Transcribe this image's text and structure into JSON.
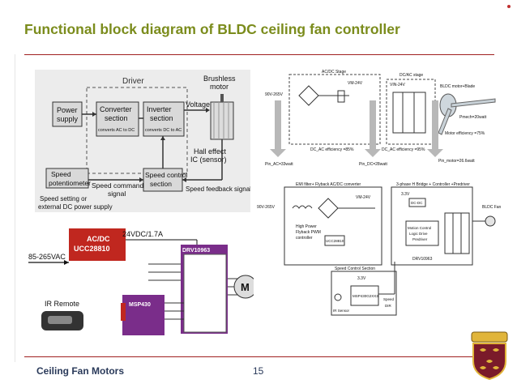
{
  "slide": {
    "title": "Functional block diagram of BLDC ceiling fan controller",
    "footer_text": "Ceiling Fan Motors",
    "page_number": "15"
  },
  "block_diagram": {
    "driver_label": "Driver",
    "power_supply": [
      "Power",
      "supply"
    ],
    "converter": [
      "Converter",
      "section",
      "converts AC to DC"
    ],
    "inverter": [
      "Inverter",
      "section",
      "converts DC to AC"
    ],
    "voltage_label": "Voltage",
    "brushless_motor": [
      "Brushless",
      "motor"
    ],
    "hall_effect": [
      "Hall effect",
      "IC (sensor)"
    ],
    "speed_pot": [
      "Speed",
      "potentiometer"
    ],
    "speed_setting": [
      "Speed setting or",
      "external DC power supply"
    ],
    "speed_command": [
      "Speed command",
      "signal"
    ],
    "speed_control": [
      "Speed control",
      "section"
    ],
    "speed_feedback": "Speed feedback signal"
  },
  "schematic_bottom_left": {
    "supply_range": "85-265VAC",
    "acdc_chip": [
      "AC/DC",
      "UCC28810"
    ],
    "dc_rating": "24VDC/1.7A",
    "drv_chip": "DRV10963",
    "mcu_chip": "MSP430",
    "ir_remote": "IR Remote",
    "motor_symbol": "M"
  },
  "top_right_diagram": {
    "acdc_stage": "AC/DC Stage",
    "dcac_stage": "DC/AC stage",
    "vin": "90V-265V",
    "vm24": "VM-24V",
    "vin24": "VIN-24V",
    "bldc_motor": "BLDC motor+Blade",
    "pmech": "Pmech=20watt",
    "motor_eff": "Motor efficiency =75%",
    "dc_ac_eff1": "DC_AC efficiency =85%",
    "dc_ac_eff2": "DC_AC efficiency =95%",
    "pin_ac": "Pin_AC=33watt",
    "pin_dc": "Pin_DC=28watt",
    "pin_motor": "Pin_motor=26.6watt"
  },
  "mid_right_diagram": {
    "emi_label": "EMI filter+ Flyback AC/DC converter",
    "hbridge_label": "3-phase H Bridge + Controller +Predriver",
    "vin": "90V-265V",
    "vm24": "VM-24V",
    "flyback_ctrl": [
      "High Power",
      "Flyback PWM",
      "controller"
    ],
    "ucc": "UCC28810",
    "v33": "3.3V",
    "dc_dc": "DC-DC",
    "logic": [
      "Motion Control",
      "Logic Drive",
      "Predriver"
    ],
    "drv": "DRV10963",
    "bldc_fan": "BLDC Fan",
    "speed_section": "Speed Control Section",
    "v33b": "3.3V",
    "msp": "MSP430G2XX3",
    "ir_sensor": "IR Sensor",
    "speed_tag": "Speed",
    "dir_tag": "DIR"
  },
  "colors": {
    "title": "#7b8c1c",
    "rule": "#a02020",
    "footer": "#2a3a5a",
    "block_fill": "#d9d9d9",
    "chip_red": "#c0271f",
    "chip_purple": "#7a2d8a",
    "arrow_fill": "#b8b8b8"
  }
}
